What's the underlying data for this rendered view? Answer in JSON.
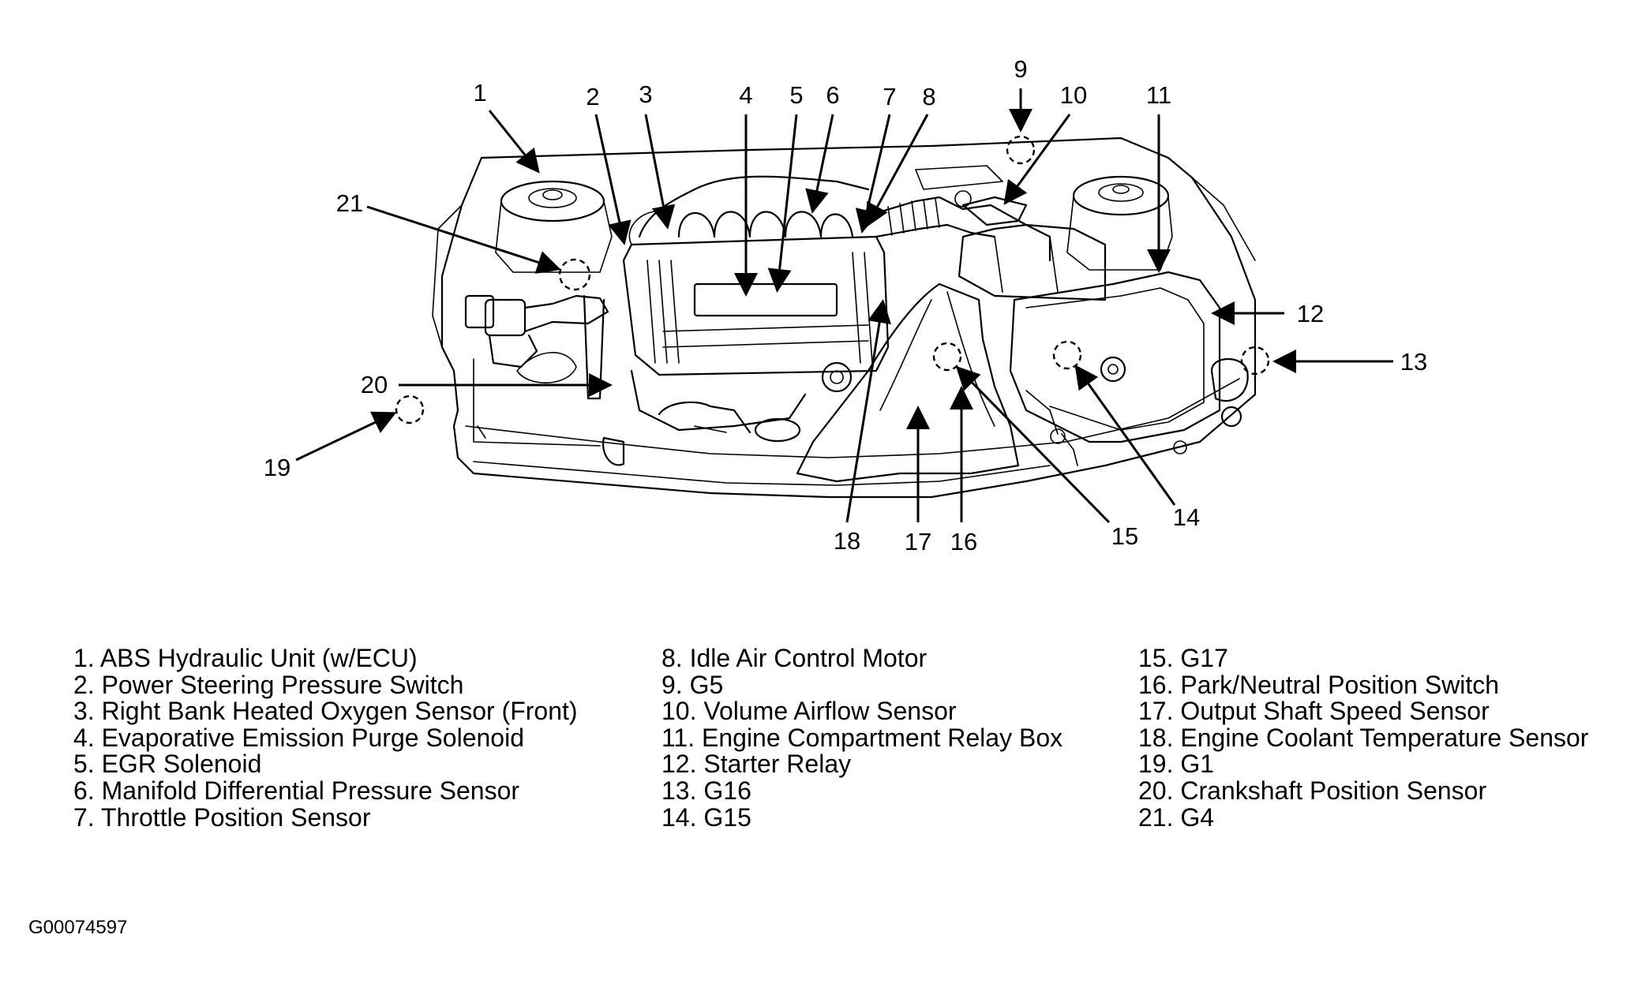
{
  "figure_id": "G00074597",
  "callouts": [
    "1",
    "2",
    "3",
    "4",
    "5",
    "6",
    "7",
    "8",
    "9",
    "10",
    "11",
    "12",
    "13",
    "14",
    "15",
    "16",
    "17",
    "18",
    "19",
    "20",
    "21"
  ],
  "legend": {
    "column_1": [
      "1. ABS Hydraulic Unit (w/ECU)",
      "2. Power Steering Pressure Switch",
      "3. Right Bank Heated Oxygen Sensor (Front)",
      "4. Evaporative Emission Purge Solenoid",
      "5. EGR Solenoid",
      "6. Manifold Differential Pressure Sensor",
      "7. Throttle Position Sensor"
    ],
    "column_2": [
      "8. Idle Air Control Motor",
      "9. G5",
      "10. Volume Airflow Sensor",
      "11. Engine Compartment Relay Box",
      "12. Starter Relay",
      "13. G16",
      "14. G15"
    ],
    "column_3": [
      "15. G17",
      "16. Park/Neutral Position Switch",
      "17. Output Shaft Speed Sensor",
      "18. Engine Coolant Temperature Sensor",
      "19. G1",
      "20. Crankshaft Position Sensor",
      "21. G4"
    ]
  }
}
